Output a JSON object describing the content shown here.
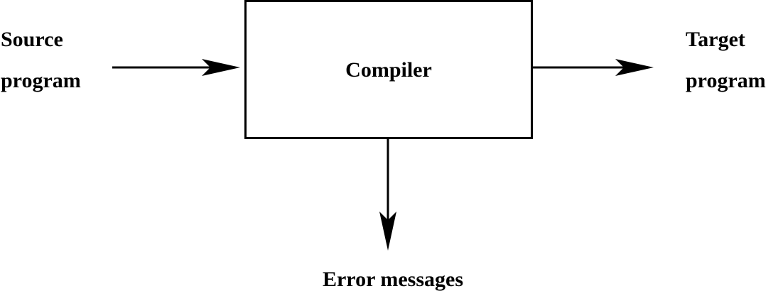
{
  "diagram": {
    "source": {
      "line1": "Source",
      "line2": "program"
    },
    "compiler": {
      "label": "Compiler"
    },
    "target": {
      "line1": "Target",
      "line2": "program"
    },
    "errors": {
      "label": "Error messages"
    },
    "colors": {
      "stroke": "#000000",
      "fill": "#ffffff"
    }
  }
}
